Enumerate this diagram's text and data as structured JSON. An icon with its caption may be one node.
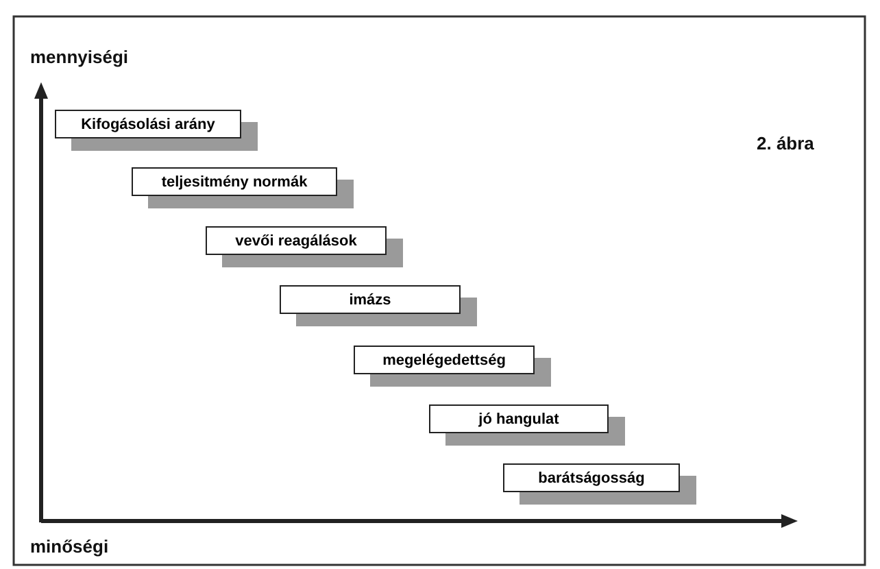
{
  "diagram": {
    "nodes": [
      {
        "text": [
          "Kifogásolási arány"
        ]
      },
      {
        "text": [
          "teljesitmény normák"
        ]
      },
      {
        "text": [
          "vevői reagálások"
        ]
      },
      {
        "text": [
          "imázs"
        ]
      },
      {
        "text": [
          "megelégedettség"
        ]
      },
      {
        "text": [
          "jó hangulat"
        ]
      },
      {
        "text": [
          "barátságosság"
        ]
      }
    ],
    "labels": [
      "mennyiségi",
      "2. ábra",
      "minőségi"
    ]
  }
}
